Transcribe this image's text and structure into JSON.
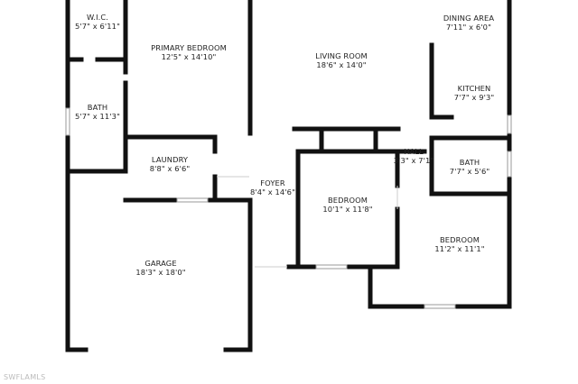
{
  "rooms": {
    "wic": {
      "name": "W.I.C.",
      "dims": "5'7\" x 6'11\""
    },
    "primary": {
      "name": "PRIMARY BEDROOM",
      "dims": "12'5\" x 14'10\""
    },
    "living": {
      "name": "LIVING ROOM",
      "dims": "18'6\" x 14'0\""
    },
    "dining": {
      "name": "DINING AREA",
      "dims": "7'11\" x 6'0\""
    },
    "kitchen": {
      "name": "KITCHEN",
      "dims": "7'7\" x 9'3\""
    },
    "bath1": {
      "name": "BATH",
      "dims": "5'7\" x 11'3\""
    },
    "laundry": {
      "name": "LAUNDRY",
      "dims": "8'8\" x 6'6\""
    },
    "hall": {
      "name": "HALL",
      "dims": "3'3\" x 7'1\""
    },
    "bath2": {
      "name": "BATH",
      "dims": "7'7\" x 5'6\""
    },
    "foyer": {
      "name": "FOYER",
      "dims": "8'4\" x 14'6\""
    },
    "bedroom1": {
      "name": "BEDROOM",
      "dims": "10'1\" x 11'8\""
    },
    "bedroom2": {
      "name": "BEDROOM",
      "dims": "11'2\" x 11'1\""
    },
    "garage": {
      "name": "GARAGE",
      "dims": "18'3\" x 18'0\""
    }
  },
  "watermark": "SWFLAMLS",
  "colors": {
    "wall": "#111111",
    "window": "#9a9a9a",
    "background": "#ffffff"
  }
}
